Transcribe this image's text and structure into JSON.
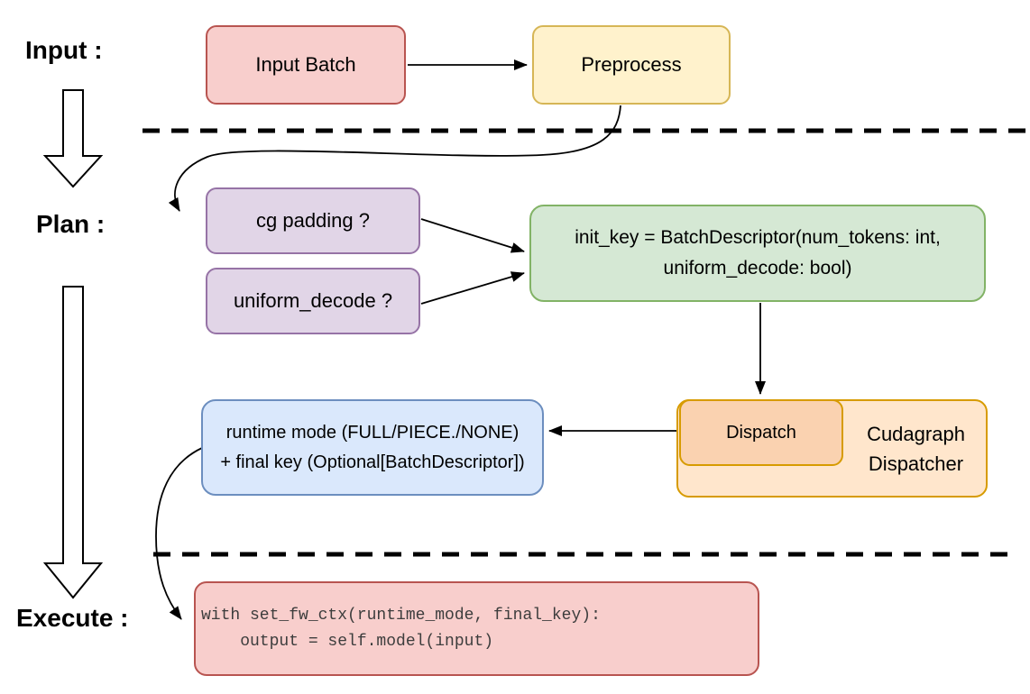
{
  "diagram": {
    "sections": {
      "input": {
        "label": "Input :"
      },
      "plan": {
        "label": "Plan :"
      },
      "execute": {
        "label": "Execute :"
      }
    },
    "nodes": {
      "input_batch": {
        "label": "Input Batch"
      },
      "preprocess": {
        "label": "Preprocess"
      },
      "cg_padding": {
        "label": "cg padding ?"
      },
      "uniform_decode": {
        "label": "uniform_decode ?"
      },
      "init_key": {
        "line1": "init_key = BatchDescriptor(num_tokens: int,",
        "line2": "uniform_decode: bool)"
      },
      "dispatch": {
        "label": "Dispatch"
      },
      "cudagraph_dispatcher": {
        "line1": "Cudagraph",
        "line2": "Dispatcher"
      },
      "runtime_mode": {
        "line1": "runtime mode (FULL/PIECE./NONE)",
        "line2": "+ final key (Optional[BatchDescriptor])"
      },
      "execute_code": {
        "line1": "with set_fw_ctx(runtime_mode, final_key):",
        "line2": "    output = self.model(input)"
      }
    },
    "colors": {
      "red_fill": "#F8CECC",
      "red_stroke": "#B85450",
      "yellow_fill": "#FFF2CC",
      "yellow_stroke": "#D6B656",
      "purple_fill": "#E1D5E7",
      "purple_stroke": "#9673A6",
      "green_fill": "#D5E8D4",
      "green_stroke": "#82B366",
      "blue_fill": "#DAE8FC",
      "blue_stroke": "#6C8EBF",
      "orange_fill": "#FFE6CC",
      "orange_inner_fill": "#FAD2B0",
      "orange_stroke": "#D79B00",
      "connector": "#000000"
    }
  }
}
